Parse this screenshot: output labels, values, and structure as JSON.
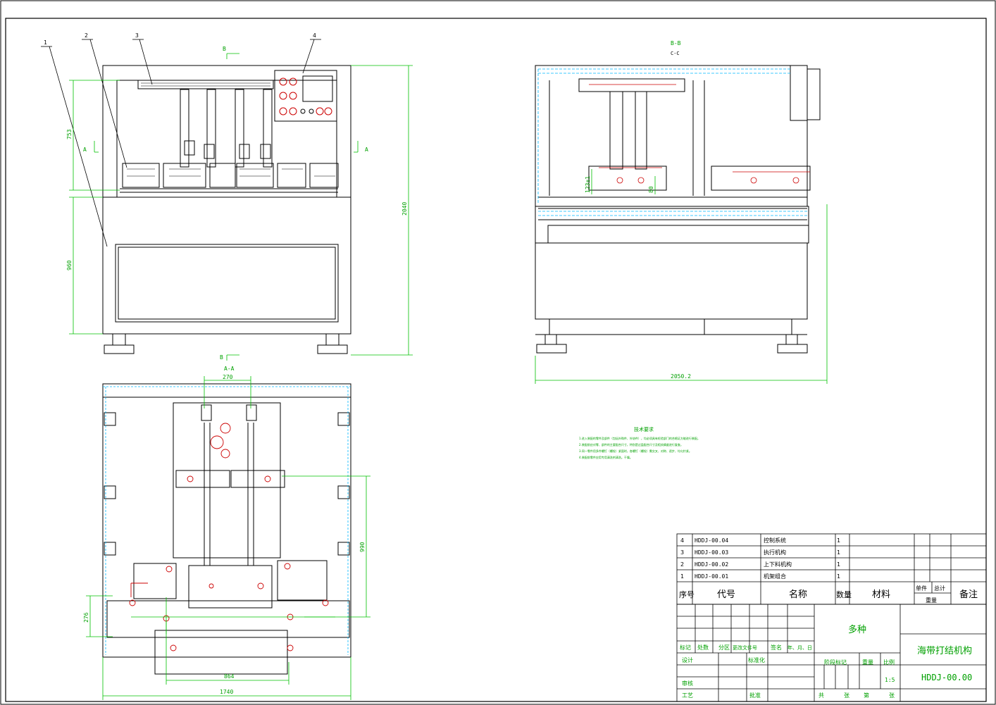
{
  "drawing": {
    "callouts": [
      "1",
      "2",
      "3",
      "4"
    ],
    "front_view": {
      "dim_753": "753",
      "dim_960": "960",
      "dim_2040": "2040",
      "section_A": "A",
      "section_B": "B"
    },
    "side_view": {
      "title": "B-B",
      "subtitle": "C-C",
      "dim_123": "123±1",
      "dim_80": "80",
      "dim_width": "2050.2"
    },
    "top_view": {
      "title": "A-A",
      "dim_270": "270",
      "dim_990": "990",
      "dim_276": "276",
      "dim_864": "864",
      "dim_1740": "1740"
    },
    "tech_notes": {
      "title": "技术要求",
      "lines": [
        "1.进入装配的零件及部件（包括外购件、外协件），均必须具有检验部门的合格证方能进行装配。",
        "2.装配前应对零、部件的主要配合尺寸，特别是过盈配合尺寸及相关精度进行复查。",
        "3.同一零件用多件螺钉（螺栓）紧固时，各螺钉（螺栓）需交叉、对称、逐步、均匀拧紧。",
        "4.装配前零件应用专用清洗剂清洗。干燥。"
      ]
    }
  },
  "bom": {
    "rows": [
      {
        "no": "4",
        "code": "HDDJ-00.04",
        "name": "控制系统",
        "qty": "1"
      },
      {
        "no": "3",
        "code": "HDDJ-00.03",
        "name": "执行机构",
        "qty": "1"
      },
      {
        "no": "2",
        "code": "HDDJ-00.02",
        "name": "上下料机构",
        "qty": "1"
      },
      {
        "no": "1",
        "code": "HDDJ-00.01",
        "name": "机架组合",
        "qty": "1"
      }
    ],
    "header": {
      "no": "序号",
      "code": "代号",
      "name": "名称",
      "qty": "数量",
      "material": "材料",
      "unit": "单件",
      "total": "总计",
      "weight": "重量",
      "remark": "备注"
    }
  },
  "title_block": {
    "material": "多种",
    "product_name": "海带打结机构",
    "drawing_no": "HDDJ-00.00",
    "scale": "1:5",
    "labels": {
      "mark": "标记",
      "count": "处数",
      "zone": "分区",
      "change_doc": "更改文件号",
      "sign": "签名",
      "date": "年、月、日",
      "design": "设计",
      "standard": "标准化",
      "stage": "阶段标记",
      "weight": "重量",
      "scale": "比例",
      "review": "审核",
      "process": "工艺",
      "approve": "批准",
      "total": "共",
      "sheets": "张",
      "page": "第",
      "sheet": "张"
    }
  },
  "colors": {
    "line": "#000000",
    "dimension": "#00c000",
    "hidden": "#00b8ff",
    "part": "#cc0000"
  }
}
